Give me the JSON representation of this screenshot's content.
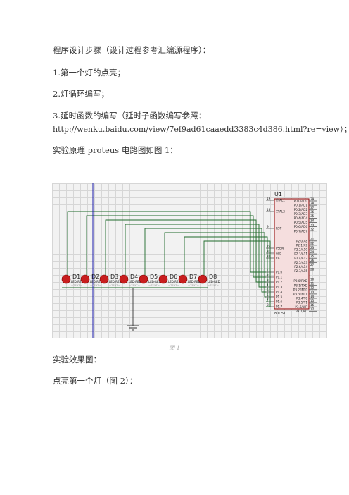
{
  "doc": {
    "line1": "程序设计步骤（设计过程参考汇编源程序）：",
    "line2": "1.第一个灯的点亮；",
    "line3": "2.灯循环编写；",
    "line4": "3.延时函数的编写（延时子函数编写参照：",
    "line5": "http://wenku.baidu.com/view/7ef9ad61caaedd3383c4d386.html?re=view）；",
    "line6": "实验原理 proteus 电路图如图 1：",
    "line7": "实验效果图：",
    "line8": "点亮第一个灯（图 2）：",
    "caption": "图 1"
  },
  "circuit": {
    "chip": {
      "ref": "U1",
      "part": "80C51",
      "left_pins": [
        {
          "num": "19",
          "name": "XTAL1"
        },
        {
          "num": "18",
          "name": "XTAL2"
        },
        {
          "num": "9",
          "name": "RST"
        },
        {
          "num": "29",
          "name": "PSEN"
        },
        {
          "num": "30",
          "name": "ALE"
        },
        {
          "num": "31",
          "name": "EA"
        },
        {
          "num": "1",
          "name": "P1.0"
        },
        {
          "num": "2",
          "name": "P1.1"
        },
        {
          "num": "3",
          "name": "P1.2"
        },
        {
          "num": "4",
          "name": "P1.3"
        },
        {
          "num": "5",
          "name": "P1.4"
        },
        {
          "num": "6",
          "name": "P1.5"
        },
        {
          "num": "7",
          "name": "P1.6"
        },
        {
          "num": "8",
          "name": "P1.7"
        }
      ],
      "right_pins": [
        {
          "num": "39",
          "name": "P0.0/AD0"
        },
        {
          "num": "38",
          "name": "P0.1/AD1"
        },
        {
          "num": "37",
          "name": "P0.2/AD2"
        },
        {
          "num": "36",
          "name": "P0.3/AD3"
        },
        {
          "num": "35",
          "name": "P0.4/AD4"
        },
        {
          "num": "34",
          "name": "P0.5/AD5"
        },
        {
          "num": "33",
          "name": "P0.6/AD6"
        },
        {
          "num": "32",
          "name": "P0.7/AD7"
        },
        {
          "num": "21",
          "name": "P2.0/A8"
        },
        {
          "num": "22",
          "name": "P2.1/A9"
        },
        {
          "num": "23",
          "name": "P2.2/A10"
        },
        {
          "num": "24",
          "name": "P2.3/A11"
        },
        {
          "num": "25",
          "name": "P2.4/A12"
        },
        {
          "num": "26",
          "name": "P2.5/A13"
        },
        {
          "num": "27",
          "name": "P2.6/A14"
        },
        {
          "num": "28",
          "name": "P2.7/A15"
        },
        {
          "num": "10",
          "name": "P3.0/RXD"
        },
        {
          "num": "11",
          "name": "P3.1/TXD"
        },
        {
          "num": "12",
          "name": "P3.2/INT0"
        },
        {
          "num": "13",
          "name": "P3.3/INT1"
        },
        {
          "num": "14",
          "name": "P3.4/T0"
        },
        {
          "num": "15",
          "name": "P3.5/T1"
        },
        {
          "num": "16",
          "name": "P3.6/WR"
        },
        {
          "num": "17",
          "name": "P3.7/RD"
        }
      ]
    },
    "leds": [
      {
        "ref": "D1",
        "type": "LED-RED",
        "tag": "<TEXT>"
      },
      {
        "ref": "D2",
        "type": "LED-RED",
        "tag": "<TEXT>"
      },
      {
        "ref": "D3",
        "type": "LED-RED",
        "tag": "<TEXT>"
      },
      {
        "ref": "D4",
        "type": "LED-RED",
        "tag": "<TEXT>"
      },
      {
        "ref": "D5",
        "type": "LED-RED",
        "tag": "<TEXT>"
      },
      {
        "ref": "D6",
        "type": "LED-RED",
        "tag": "<TEXT>"
      },
      {
        "ref": "D7",
        "type": "LED-RED",
        "tag": "<TEXT>"
      },
      {
        "ref": "D8",
        "type": "LED-RED",
        "tag": "<TEXT>"
      }
    ],
    "colors": {
      "wire": "#1f6b2a",
      "chip_fill": "#f5dede",
      "chip_border": "#8b0000",
      "led": "#c81e1e",
      "probe": "#1a1aaa",
      "ground": "#333333"
    }
  }
}
